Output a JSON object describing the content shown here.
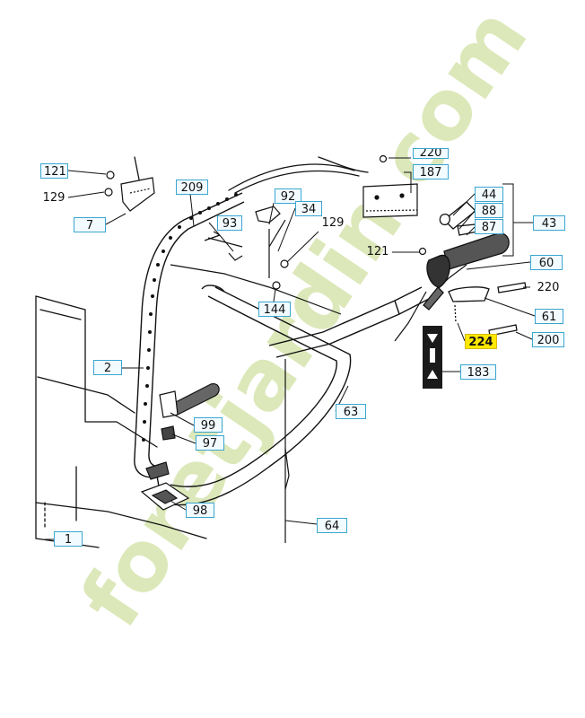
{
  "diagram": {
    "labels": {
      "l121a": "121",
      "l129a": "129",
      "l7": "7",
      "l209": "209",
      "l93": "93",
      "l92": "92",
      "l34": "34",
      "l129b": "129",
      "l144": "144",
      "l2": "2",
      "l99": "99",
      "l97": "97",
      "l98": "98",
      "l1": "1",
      "l63": "63",
      "l64": "64",
      "l220a": "220",
      "l187": "187",
      "l44": "44",
      "l88": "88",
      "l87": "87",
      "l43": "43",
      "l121b": "121",
      "l60": "60",
      "l220b": "220",
      "l61": "61",
      "l200": "200",
      "l224": "224",
      "l183": "183"
    },
    "watermark": "foretjardin.com",
    "colors": {
      "label_border": "#3aa6d0",
      "highlight": "#ffe900",
      "watermark": "#d9e6b2",
      "watermark_accent": "#f4c49a",
      "line": "#111111"
    }
  }
}
